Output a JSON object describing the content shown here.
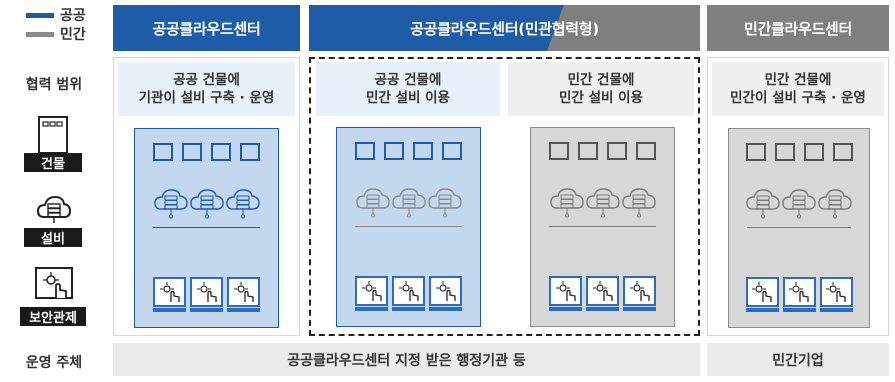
{
  "legend": [
    {
      "label": "공공",
      "color": "#1f5ca8"
    },
    {
      "label": "민간",
      "color": "#8c8c8c"
    }
  ],
  "headers": {
    "public": "공공클라우드센터",
    "cooperative": "공공클라우드센터(민관협력형)",
    "private": "민간클라우드센터"
  },
  "row_labels": {
    "scope": "협력 범위",
    "operator": "운영 주체"
  },
  "icon_tags": {
    "building": "건물",
    "equipment": "설비",
    "security": "보안관제"
  },
  "panels": {
    "public": {
      "line1": "공공 건물에",
      "line2": "기관이 설비 구축 · 운영"
    },
    "coop_public": {
      "line1": "공공 건물에",
      "line2": "민간 설비 이용"
    },
    "coop_private": {
      "line1": "민간 건물에",
      "line2": "민간 설비 이용"
    },
    "private": {
      "line1": "민간 건물에",
      "line2": "민간이 설비 구축 · 운영"
    }
  },
  "operators": {
    "public_side": "공공클라우드센터 지정 받은 행정기관 등",
    "private_side": "민간기업"
  },
  "colors": {
    "public_blue": "#1f5ca8",
    "private_gray": "#8c8c8c",
    "header_private": "#7f7f7f",
    "light_blue_fill": "#c3d7ee",
    "light_blue_bg": "#e8f0f9",
    "light_gray_fill": "#d7d7d7",
    "light_gray_bg": "#f0f0f0"
  }
}
